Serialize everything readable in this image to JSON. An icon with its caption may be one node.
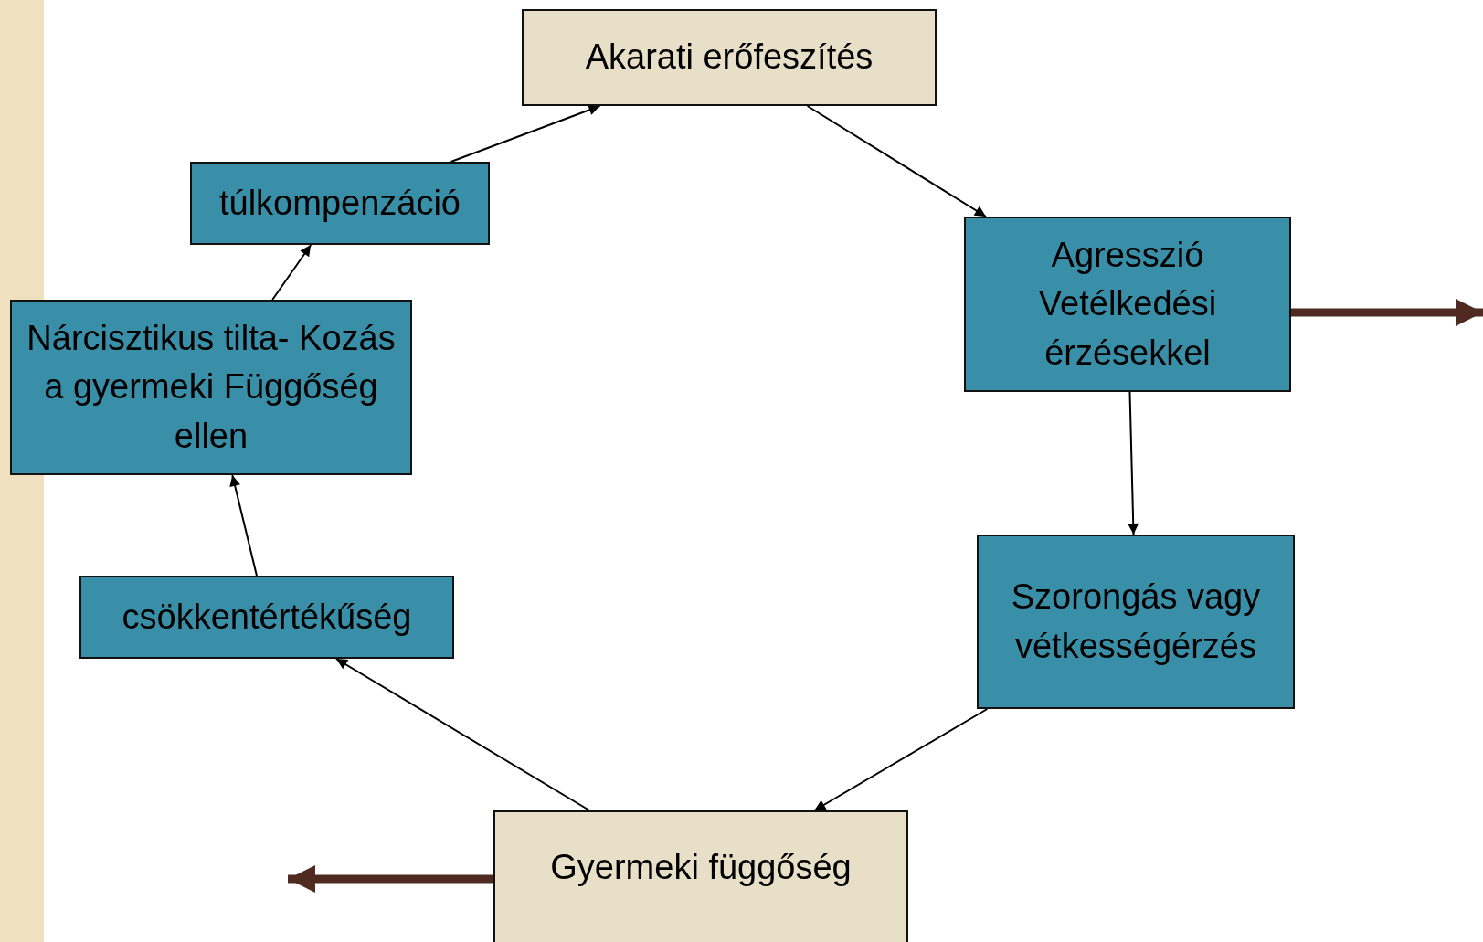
{
  "diagram": {
    "nodes": [
      {
        "text": [
          "Akarati erőfeszítés"
        ]
      },
      {
        "text": [
          "Agresszió Vetélkedési érzésekkel"
        ]
      },
      {
        "text": [
          "Szorongás vagy vétkességérzés"
        ]
      },
      {
        "text": [
          "Gyermeki függőség"
        ]
      },
      {
        "text": [
          "csökkentértékűség"
        ]
      },
      {
        "text": [
          "Nárcisztikus tilta- Kozás a gyermeki Függőség ellen"
        ]
      },
      {
        "text": [
          "túlkompenzáció"
        ]
      }
    ],
    "edges": [
      {
        "from": 0,
        "to": 1,
        "arrow": "to"
      },
      {
        "from": 1,
        "to": 2,
        "arrow": "to"
      },
      {
        "from": 2,
        "to": 3,
        "arrow": "to"
      },
      {
        "from": 3,
        "to": 4,
        "arrow": "to"
      },
      {
        "from": 4,
        "to": 5,
        "arrow": "to"
      },
      {
        "from": 5,
        "to": 6,
        "arrow": "to"
      },
      {
        "from": 6,
        "to": 0,
        "arrow": "to"
      },
      {
        "from": 1,
        "to": null,
        "arrow": "to",
        "style": "thick",
        "color": "#4e2a20"
      },
      {
        "from": 3,
        "to": null,
        "arrow": "to",
        "style": "thick",
        "color": "#4e2a20"
      }
    ]
  }
}
